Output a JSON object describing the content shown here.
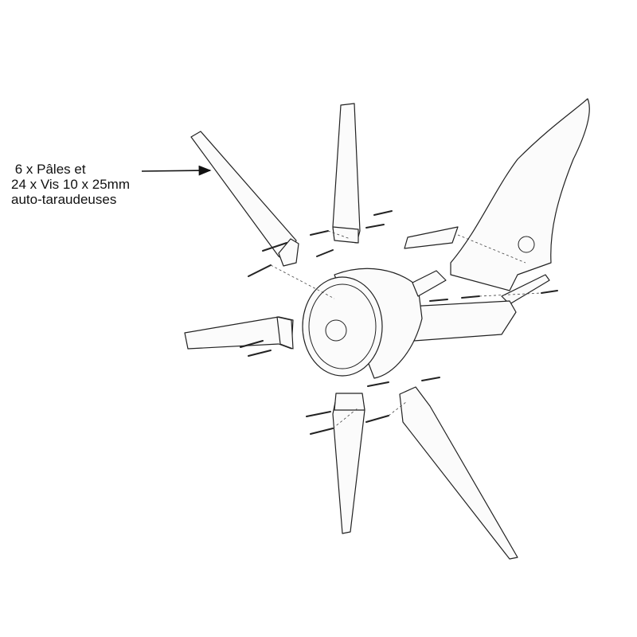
{
  "callout": {
    "line1": " 6 x Pâles et",
    "line2": "24 x Vis 10 x 25mm",
    "line3": "auto-taraudeuses"
  }
}
